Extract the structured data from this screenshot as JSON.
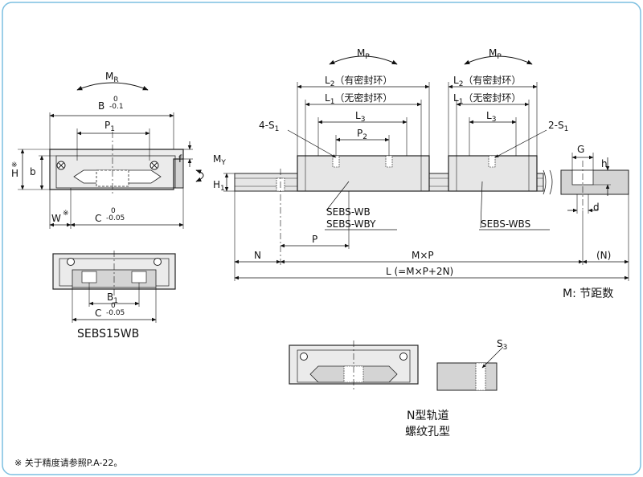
{
  "colors": {
    "border": "#7cbfe0",
    "part_fill": "#e0e0e0",
    "part_stroke": "#222222",
    "rail_fill": "#d4d4d4",
    "dim_line": "#111111"
  },
  "labels": {
    "mr": "M",
    "mr_sub": "R",
    "b_letter": "B",
    "b_tol_top": "0",
    "b_tol_bot": "-0.1",
    "p1": "P",
    "p1_sub": "1",
    "h_star": "H",
    "star": "※",
    "b_small": "b",
    "f_small": "f",
    "my": "M",
    "my_sub": "Y",
    "w_star": "W",
    "c_letter": "C",
    "c_tol_top": "0",
    "c_tol_bot": "-0.05",
    "b1": "B",
    "b1_sub": "1",
    "c2_letter": "C",
    "c2_tol_top": "0",
    "c2_tol_bot": "-0.05",
    "model": "SEBS15WB",
    "mp_left": "M",
    "mp_left_sub": "P",
    "l2_left": "L",
    "l2_left_sub": "2",
    "l2_left_text": "（有密封环）",
    "l1_left": "L",
    "l1_left_sub": "1",
    "l1_left_text": "（无密封环）",
    "l3_left": "L",
    "l3_left_sub": "3",
    "s1_left": "4-S",
    "s1_left_sub": "1",
    "p2": "P",
    "p2_sub": "2",
    "h1": "H",
    "h1_sub": "1",
    "wb_line1": "SEBS-WB",
    "wb_line2": "SEBS-WBY",
    "mp_right": "M",
    "mp_right_sub": "P",
    "l2_right": "L",
    "l2_right_sub": "2",
    "l2_right_text": "（有密封环）",
    "l1_right": "L",
    "l1_right_sub": "1",
    "l1_right_text": "（无密封环）",
    "l3_right": "L",
    "l3_right_sub": "3",
    "s1_right": "2-S",
    "s1_right_sub": "1",
    "wbs": "SEBS-WBS",
    "g": "G",
    "h_small": "h",
    "d_small": "d",
    "p": "P",
    "n_left": "N",
    "mxp": "M×P",
    "n_right": "(N)",
    "l_total": "L (=M×P+2N)",
    "pitch_note": "M: 节距数",
    "s3": "S",
    "s3_sub": "3",
    "n_rail_line1": "N型轨道",
    "n_rail_line2": "螺纹孔型",
    "footnote": "※ 关于精度请参照P.A-22。"
  }
}
